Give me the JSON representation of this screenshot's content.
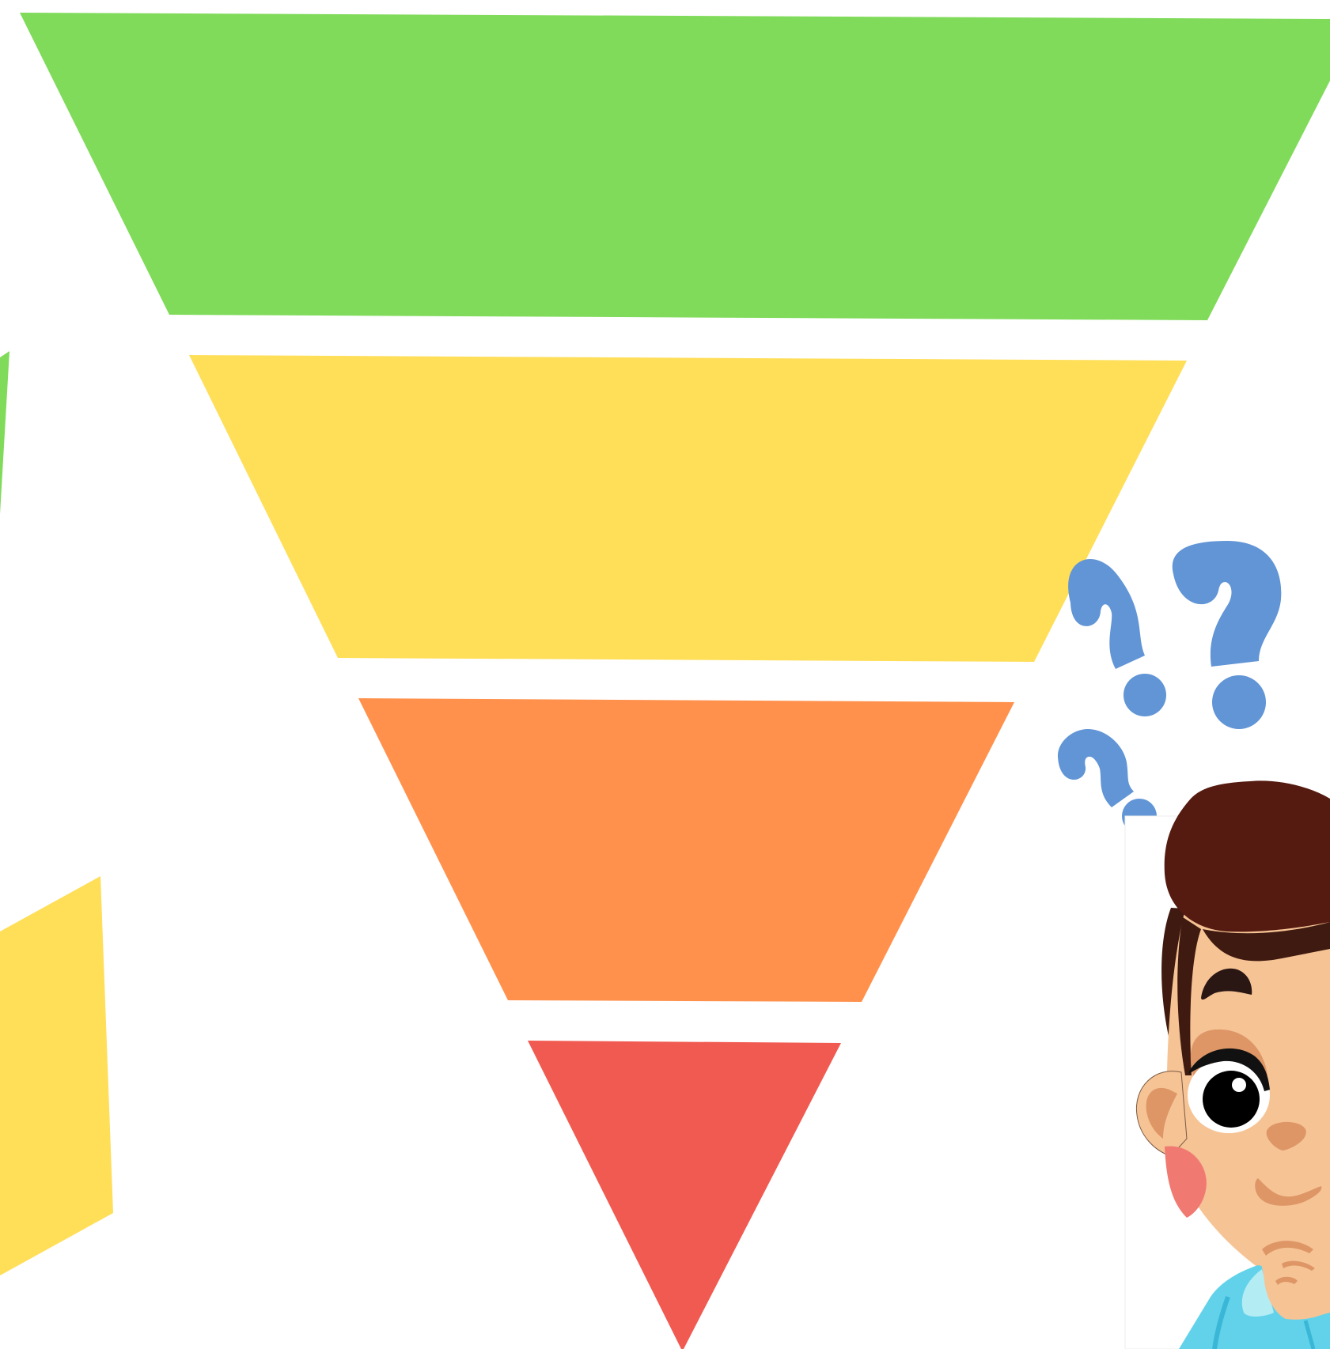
{
  "diagram": {
    "type": "inverted-funnel",
    "levels": [
      {
        "name": "level-1",
        "color": "#80db5a"
      },
      {
        "name": "level-2",
        "color": "#ffde58"
      },
      {
        "name": "level-3",
        "color": "#ff914d"
      },
      {
        "name": "level-4",
        "color": "#f15a51"
      }
    ],
    "decorations": {
      "left_slivers": [
        {
          "name": "green-sliver",
          "color": "#80db5a"
        },
        {
          "name": "yellow-sliver",
          "color": "#ffde58"
        }
      ],
      "question_marks": {
        "count": 3,
        "color": "#6195d6"
      },
      "character": {
        "pose": "thinking",
        "colors": {
          "hair": "#551b10",
          "hair_dark": "#3f1a10",
          "skin": "#f6c395",
          "skin_shade": "#de9666",
          "cheek": "#f07a72",
          "shirt": "#62d2ea",
          "shirt_light": "#b4ecf3"
        }
      }
    }
  }
}
